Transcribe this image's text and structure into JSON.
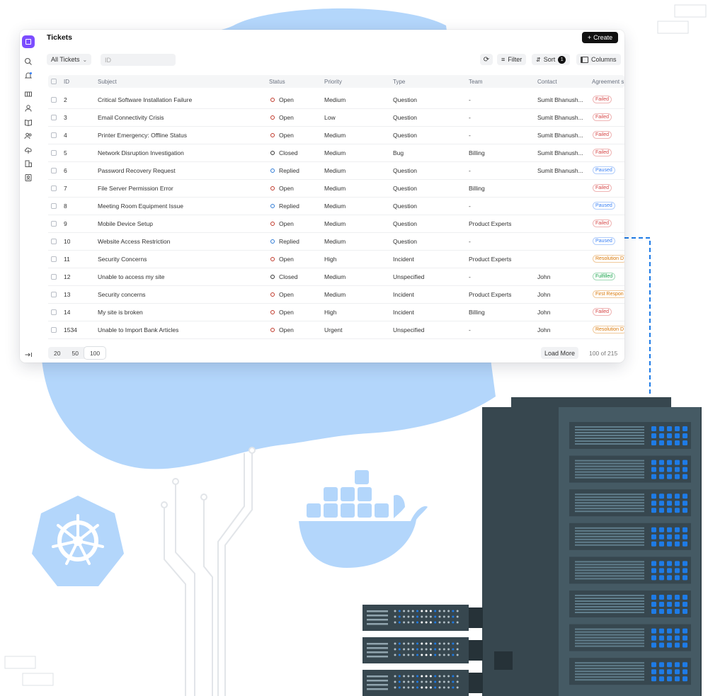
{
  "app": {
    "title": "Tickets",
    "create_label": "Create",
    "view_selector": "All Tickets",
    "search_placeholder": "ID",
    "filter_label": "Filter",
    "sort_label": "Sort",
    "sort_count": "1",
    "columns_label": "Columns"
  },
  "sidebar": {
    "icons": [
      "helpdesk-logo-icon",
      "search-icon",
      "notification-bell-icon",
      "tickets-icon",
      "agents-icon",
      "knowledge-base-icon",
      "teams-icon",
      "canned-responses-icon",
      "organizations-icon",
      "contacts-icon",
      "expand-sidebar-icon"
    ]
  },
  "table": {
    "columns": [
      "ID",
      "Subject",
      "Status",
      "Priority",
      "Type",
      "Team",
      "Contact",
      "Agreement s"
    ],
    "rows": [
      {
        "id": "2",
        "subject": "Critical Software Installation Failure",
        "status": "Open",
        "priority": "Medium",
        "type": "Question",
        "team": "-",
        "contact": "Sumit Bhanush...",
        "agreement": "Failed"
      },
      {
        "id": "3",
        "subject": "Email Connectivity Crisis",
        "status": "Open",
        "priority": "Low",
        "type": "Question",
        "team": "-",
        "contact": "Sumit Bhanush...",
        "agreement": "Failed"
      },
      {
        "id": "4",
        "subject": "Printer Emergency: Offline Status",
        "status": "Open",
        "priority": "Medium",
        "type": "Question",
        "team": "-",
        "contact": "Sumit Bhanush...",
        "agreement": "Failed"
      },
      {
        "id": "5",
        "subject": "Network Disruption Investigation",
        "status": "Closed",
        "priority": "Medium",
        "type": "Bug",
        "team": "Billing",
        "contact": "Sumit Bhanush...",
        "agreement": "Failed"
      },
      {
        "id": "6",
        "subject": "Password Recovery Request",
        "status": "Replied",
        "priority": "Medium",
        "type": "Question",
        "team": "-",
        "contact": "Sumit Bhanush...",
        "agreement": "Paused"
      },
      {
        "id": "7",
        "subject": "File Server Permission Error",
        "status": "Open",
        "priority": "Medium",
        "type": "Question",
        "team": "Billing",
        "contact": "",
        "agreement": "Failed"
      },
      {
        "id": "8",
        "subject": "Meeting Room Equipment Issue",
        "status": "Replied",
        "priority": "Medium",
        "type": "Question",
        "team": "-",
        "contact": "",
        "agreement": "Paused"
      },
      {
        "id": "9",
        "subject": "Mobile Device Setup",
        "status": "Open",
        "priority": "Medium",
        "type": "Question",
        "team": "Product Experts",
        "contact": "",
        "agreement": "Failed"
      },
      {
        "id": "10",
        "subject": "Website Access Restriction",
        "status": "Replied",
        "priority": "Medium",
        "type": "Question",
        "team": "-",
        "contact": "",
        "agreement": "Paused"
      },
      {
        "id": "11",
        "subject": "Security Concerns",
        "status": "Open",
        "priority": "High",
        "type": "Incident",
        "team": "Product Experts",
        "contact": "",
        "agreement": "Resolution D"
      },
      {
        "id": "12",
        "subject": "Unable to access my site",
        "status": "Closed",
        "priority": "Medium",
        "type": "Unspecified",
        "team": "-",
        "contact": "John",
        "agreement": "Fulfilled"
      },
      {
        "id": "13",
        "subject": "Security concerns",
        "status": "Open",
        "priority": "Medium",
        "type": "Incident",
        "team": "Product Experts",
        "contact": "John",
        "agreement": "First Respon"
      },
      {
        "id": "14",
        "subject": "My site is broken",
        "status": "Open",
        "priority": "High",
        "type": "Incident",
        "team": "Billing",
        "contact": "John",
        "agreement": "Failed"
      },
      {
        "id": "1534",
        "subject": "Unable to Import Bank Articles",
        "status": "Open",
        "priority": "Urgent",
        "type": "Unspecified",
        "team": "-",
        "contact": "John",
        "agreement": "Resolution D"
      }
    ]
  },
  "footer": {
    "page_sizes": [
      "20",
      "50",
      "100"
    ],
    "selected_page_size": "100",
    "load_more_label": "Load More",
    "count_text": "100 of 215"
  },
  "colors": {
    "blob": "#b3d6fb",
    "server_dark": "#37474f",
    "server_light": "#455a64",
    "led_blue": "#1e7be6",
    "brand": "#7c4dff",
    "status_open": "#c0392b",
    "status_closed": "#333333",
    "status_replied": "#2f7bd6",
    "agreement_failed": "#d64545",
    "agreement_paused": "#3b82f6",
    "agreement_warn": "#d97706",
    "agreement_fulfilled": "#16a34a"
  }
}
